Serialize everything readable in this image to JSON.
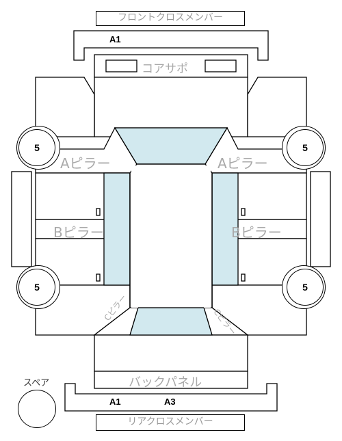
{
  "labels": {
    "front_cross_member": "フロントクロスメンバー",
    "core_support": "コアサポ",
    "a_pillar": "Aピラー",
    "b_pillar": "Bピラー",
    "c_pillar": "Cピラー",
    "back_panel": "バックパネル",
    "rear_cross_member": "リアクロスメンバー",
    "spare": "スペア"
  },
  "codes": {
    "front_a1": "A1",
    "rear_a1": "A1",
    "rear_a3": "A3"
  },
  "wheel_value": "5",
  "colors": {
    "glass": "#d2e9ef",
    "outline": "#000000",
    "label_gray": "#a9a9a9"
  }
}
